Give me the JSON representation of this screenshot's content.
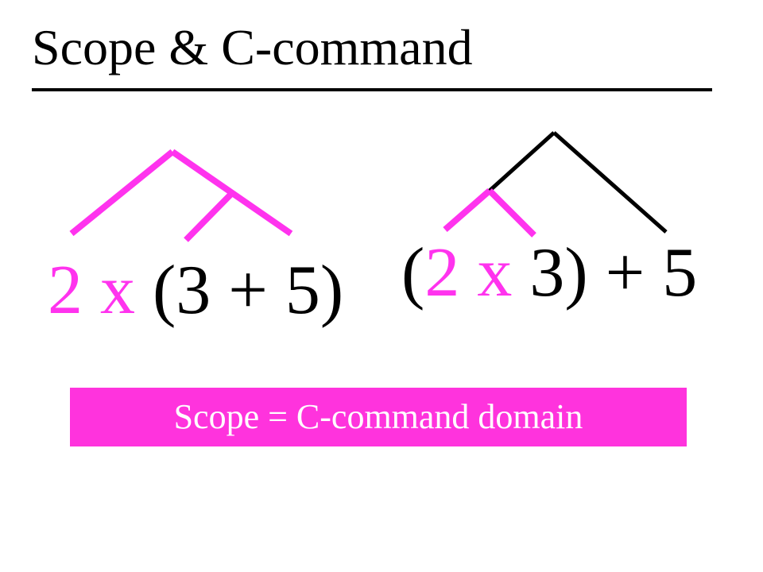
{
  "slide": {
    "title": "Scope & C-command",
    "caption": "Scope = C-command domain"
  },
  "left_tree": {
    "parts": {
      "operand": "2",
      "operator": "x",
      "group": "(3 + 5)"
    }
  },
  "right_tree": {
    "parts": {
      "open_paren": "(",
      "operand": "2",
      "operator": "x",
      "close": "3)",
      "rest": "+ 5"
    }
  },
  "colors": {
    "accent": "#ff33ee",
    "caption_bg": "#ff33dd",
    "caption_text": "#ffffff",
    "text": "#000000",
    "branch_black": "#000000"
  }
}
